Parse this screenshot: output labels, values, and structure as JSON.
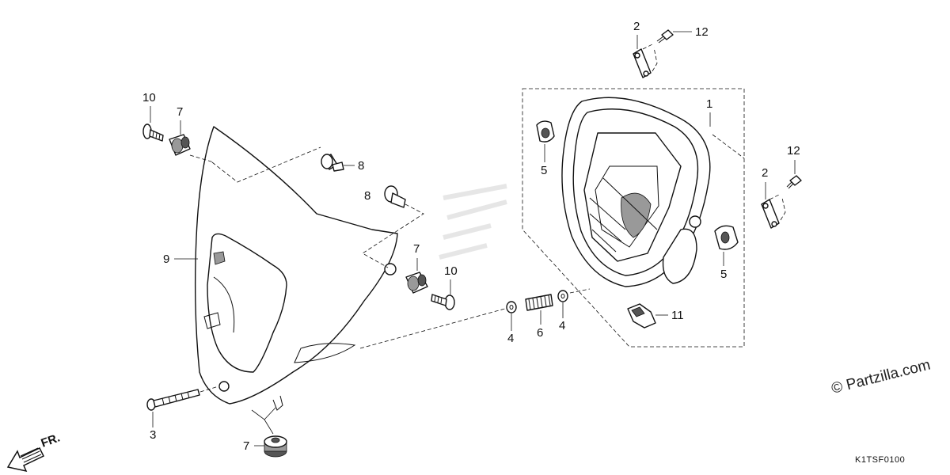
{
  "callouts": {
    "c1": "1",
    "c2a": "2",
    "c2b": "2",
    "c3": "3",
    "c4a": "4",
    "c4b": "4",
    "c5a": "5",
    "c5b": "5",
    "c6": "6",
    "c7a": "7",
    "c7b": "7",
    "c7c": "7",
    "c8a": "8",
    "c8b": "8",
    "c9": "9",
    "c10a": "10",
    "c10b": "10",
    "c11": "11",
    "c12a": "12",
    "c12b": "12"
  },
  "direction_label": "FR.",
  "watermark": "© Partzilla.com",
  "diagram_code": "K1TSF0100",
  "icons": [
    "front-direction-arrow-icon"
  ]
}
